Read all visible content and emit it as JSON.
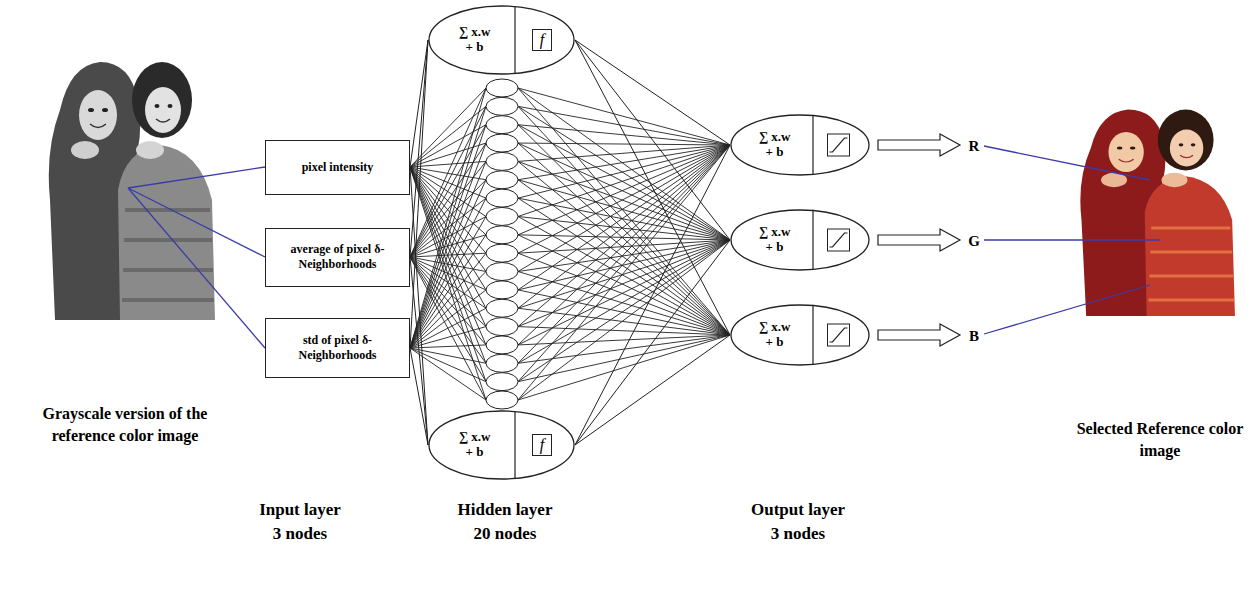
{
  "diagram": {
    "nodes": [
      {
        "text": [
          "pixel intensity"
        ]
      },
      {
        "text": [
          "average of pixel δ-Neighborhoods"
        ]
      },
      {
        "text": [
          "std of pixel δ-Neighborhoods"
        ]
      },
      {
        "text": [
          "∑ x.w + b",
          "f"
        ]
      },
      {
        "text": [
          "∑ x.w + b",
          "f"
        ]
      },
      {
        "text": [
          "∑ x.w + b"
        ]
      },
      {
        "text": [
          "∑ x.w + b"
        ]
      },
      {
        "text": [
          "∑ x.w + b"
        ]
      }
    ],
    "edges": [
      {
        "from": 0,
        "to": 3,
        "arrow": "none"
      },
      {
        "from": 1,
        "to": 3,
        "arrow": "none"
      },
      {
        "from": 2,
        "to": 3,
        "arrow": "none"
      },
      {
        "from": 0,
        "to": 4,
        "arrow": "none"
      },
      {
        "from": 1,
        "to": 4,
        "arrow": "none"
      },
      {
        "from": 2,
        "to": 4,
        "arrow": "none"
      },
      {
        "from": 3,
        "to": 5,
        "arrow": "none"
      },
      {
        "from": 3,
        "to": 6,
        "arrow": "none"
      },
      {
        "from": 3,
        "to": 7,
        "arrow": "none"
      },
      {
        "from": 4,
        "to": 5,
        "arrow": "none"
      },
      {
        "from": 4,
        "to": 6,
        "arrow": "none"
      },
      {
        "from": 4,
        "to": 7,
        "arrow": "none"
      }
    ],
    "labels": [
      "R",
      "G",
      "B",
      "Grayscale version of the reference color image",
      "Selected Reference color image",
      "Input layer",
      "3 nodes",
      "Hidden layer",
      "20 nodes",
      "Output layer",
      "3 nodes"
    ]
  }
}
